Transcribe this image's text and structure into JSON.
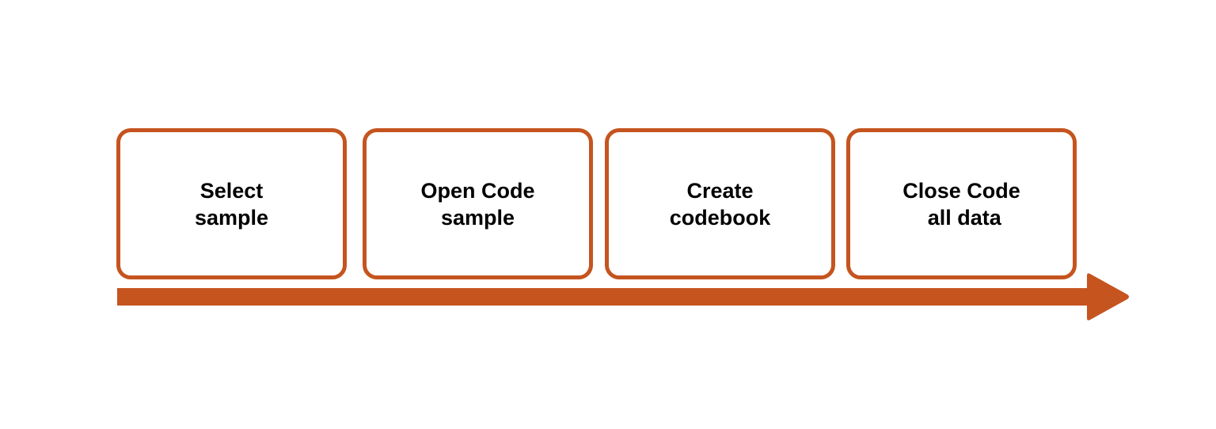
{
  "diagram": {
    "accent_color": "#C5541F",
    "steps": [
      {
        "line1": "Select",
        "line2": "sample"
      },
      {
        "line1": "Open Code",
        "line2": "sample"
      },
      {
        "line1": "Create",
        "line2": "codebook"
      },
      {
        "line1": "Close Code",
        "line2": " all data"
      }
    ],
    "arrow": {
      "direction": "right"
    }
  }
}
